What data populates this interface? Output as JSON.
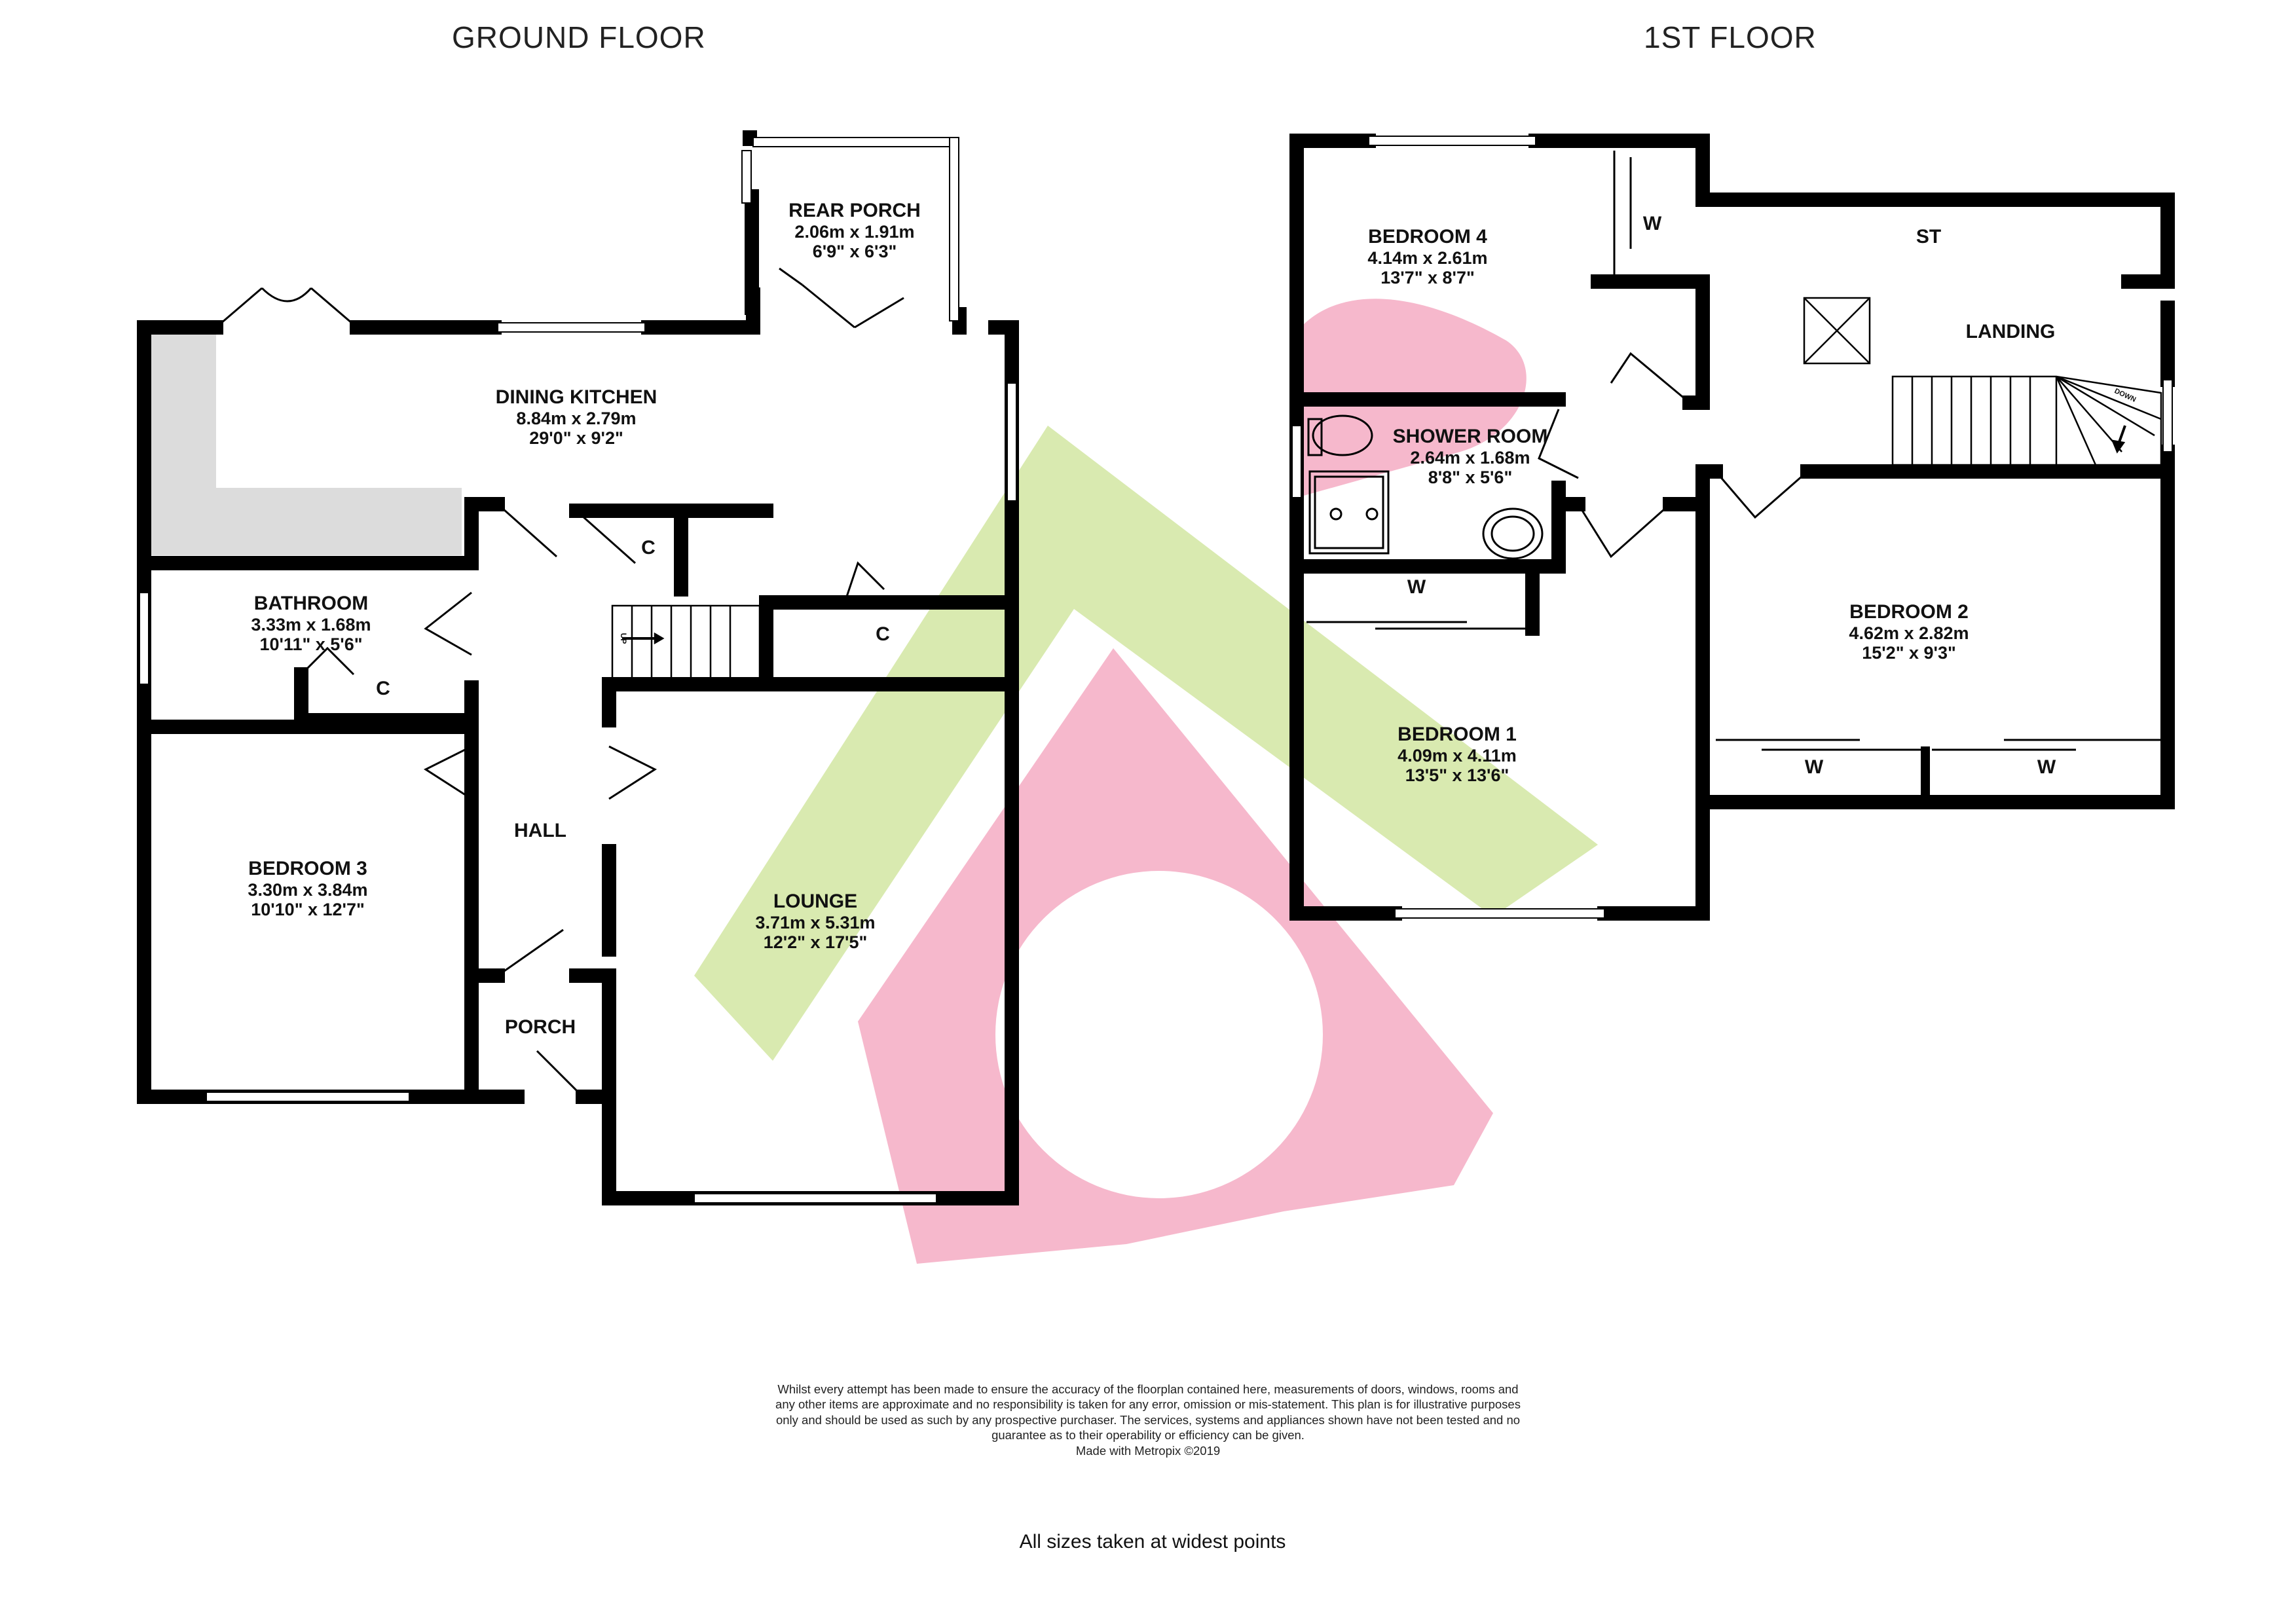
{
  "floors": [
    {
      "title": "GROUND FLOOR",
      "rooms": [
        {
          "name": "REAR PORCH",
          "metric": "2.06m x 1.91m",
          "imperial": "6'9\" x 6'3\""
        },
        {
          "name": "DINING KITCHEN",
          "metric": "8.84m x 2.79m",
          "imperial": "29'0\" x 9'2\""
        },
        {
          "name": "BATHROOM",
          "metric": "3.33m x 1.68m",
          "imperial": "10'11\" x 5'6\""
        },
        {
          "name": "BEDROOM 3",
          "metric": "3.30m x 3.84m",
          "imperial": "10'10\" x 12'7\""
        },
        {
          "name": "HALL",
          "metric": "",
          "imperial": ""
        },
        {
          "name": "LOUNGE",
          "metric": "3.71m x 5.31m",
          "imperial": "12'2\" x 17'5\""
        },
        {
          "name": "PORCH",
          "metric": "",
          "imperial": ""
        }
      ],
      "tags": {
        "cupboard": "C",
        "stairs_up": "UP"
      }
    },
    {
      "title": "1ST FLOOR",
      "rooms": [
        {
          "name": "BEDROOM 4",
          "metric": "4.14m x 2.61m",
          "imperial": "13'7\" x 8'7\""
        },
        {
          "name": "LANDING",
          "metric": "",
          "imperial": ""
        },
        {
          "name": "SHOWER ROOM",
          "metric": "2.64m x 1.68m",
          "imperial": "8'8\" x 5'6\""
        },
        {
          "name": "BEDROOM 1",
          "metric": "4.09m x 4.11m",
          "imperial": "13'5\" x 13'6\""
        },
        {
          "name": "BEDROOM 2",
          "metric": "4.62m x 2.82m",
          "imperial": "15'2\" x 9'3\""
        }
      ],
      "tags": {
        "wardrobe": "W",
        "store": "ST",
        "stairs_down": "DOWN"
      }
    }
  ],
  "disclaimer": "Whilst every attempt has been made to ensure the accuracy of the floorplan contained here, measurements of doors, windows, rooms and any other items are approximate and no responsibility is taken for any error, omission or mis-statement. This plan is for illustrative purposes only and should be used as such by any prospective purchaser. The services, systems and appliances shown have not been tested and no guarantee as to their operability or efficiency can be given.",
  "credit": "Made with Metropix ©2019",
  "sizes_note": "All sizes taken at widest points",
  "colors": {
    "wall": "#000000",
    "watermark_pink": "#f6b8cc",
    "watermark_green": "#d9eab0",
    "fitted_unit": "#dcdcdc"
  }
}
